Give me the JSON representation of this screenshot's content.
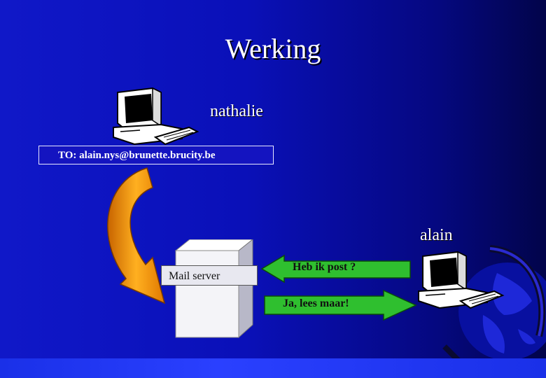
{
  "slide": {
    "title": "Werking"
  },
  "sender": {
    "name": "nathalie",
    "address_line": "TO: alain.nys@brunette.brucity.be"
  },
  "server": {
    "label": "Mail server"
  },
  "receiver": {
    "name": "alain"
  },
  "messages": {
    "request": "Heb ik post  ?",
    "reply": "Ja, lees maar!"
  },
  "colors": {
    "arrow_request": "#2fbf2f",
    "arrow_reply": "#2fbf2f",
    "flow_arrow": "#f5a000",
    "background_left": "#1018c8",
    "background_right": "#02044a"
  },
  "icons": {
    "sender": "computer-icon",
    "receiver": "computer-icon",
    "server": "server-tower-icon",
    "flow": "curved-arrow-icon",
    "decoration": "globe-icon"
  }
}
